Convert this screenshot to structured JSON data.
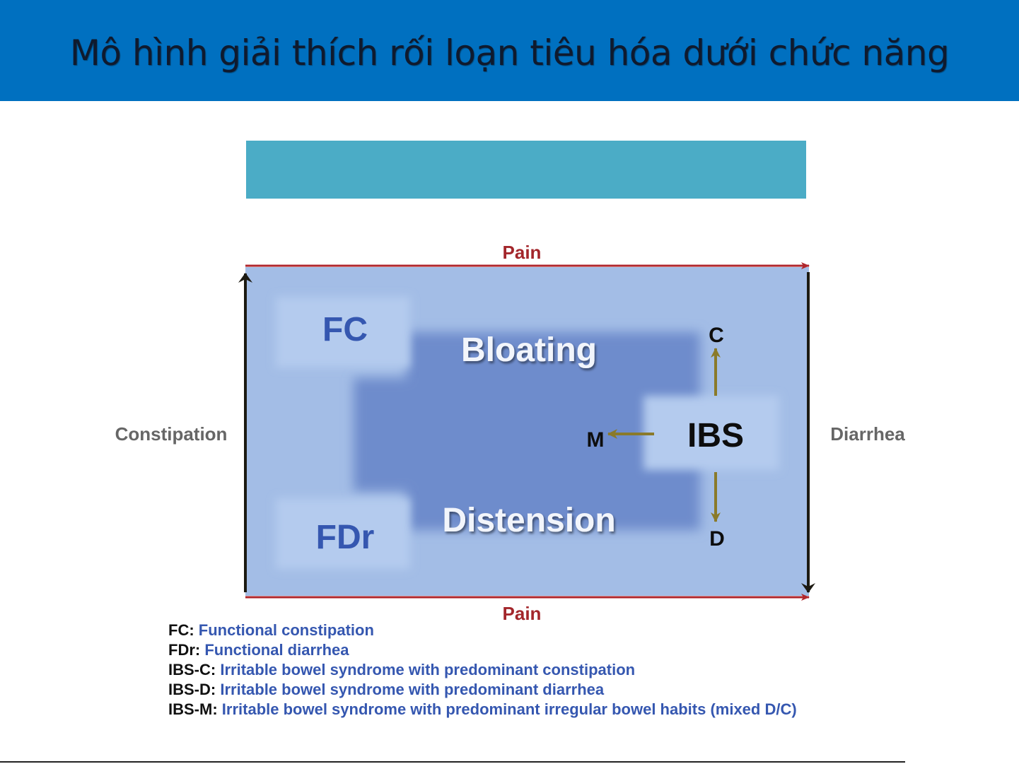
{
  "slide": {
    "title": "Mô hình giải thích rối loạn tiêu hóa dưới chức năng",
    "colors": {
      "title_bar": "#0070c0",
      "teal_box": "#4bacc6",
      "panel": "#a3bde6",
      "dark_region": "#6e8ccc",
      "pain_arrow": "#b0272d",
      "legend_value": "#3557b0"
    }
  },
  "diagram": {
    "pain_top": "Pain",
    "pain_bottom": "Pain",
    "left_label": "Constipation",
    "right_label": "Diarrhea",
    "fc": "FC",
    "fdr": "FDr",
    "bloating": "Bloating",
    "distension": "Distension",
    "ibs": "IBS",
    "c": "C",
    "m": "M",
    "d": "D"
  },
  "legend": [
    {
      "key": "FC:",
      "value": "Functional constipation"
    },
    {
      "key": "FDr:",
      "value": "Functional diarrhea"
    },
    {
      "key": "IBS-C:",
      "value": "Irritable bowel syndrome with predominant constipation"
    },
    {
      "key": "IBS-D:",
      "value": "Irritable bowel syndrome with predominant diarrhea"
    },
    {
      "key": "IBS-M:",
      "value": "Irritable bowel syndrome with predominant irregular bowel habits (mixed D/C)"
    }
  ]
}
